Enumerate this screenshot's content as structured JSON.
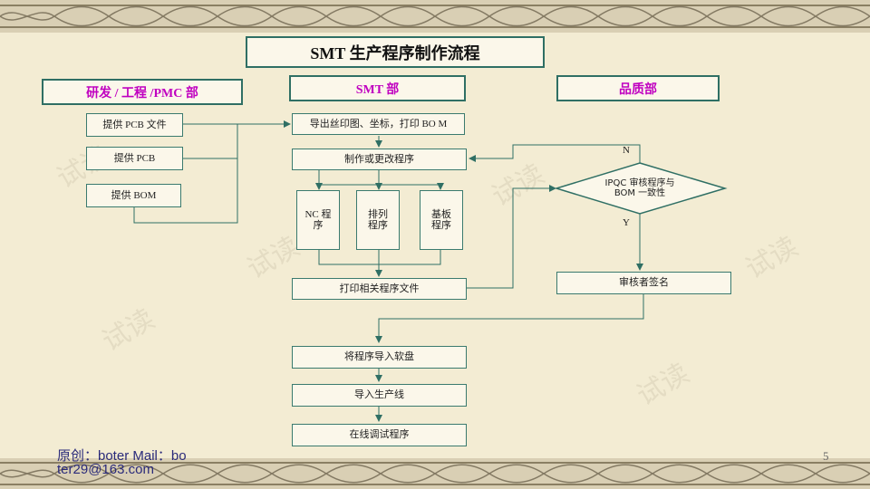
{
  "title": "SMT 生产程序制作流程",
  "departments": {
    "rd": "研发 / 工程 /PMC 部",
    "smt": "SMT 部",
    "qa": "品质部"
  },
  "nodes": {
    "provide_pcb_file": "提供 PCB 文件",
    "provide_pcb": "提供 PCB",
    "provide_bom": "提供 BOM",
    "export": "导出丝印图、坐标，打印 BO M",
    "make_program": "制作或更改程序",
    "nc_program": "NC 程序",
    "arrange_program": "排列 程序",
    "board_program": "基板 程序",
    "print_docs": "打印相关程序文件",
    "decision": "IPQC 审核程序与 BOM 一致性",
    "auditor_sign": "审核者签名",
    "import_disk": "将程序导入软盘",
    "import_line": "导入生产线",
    "debug": "在线调试程序"
  },
  "labels": {
    "no": "N",
    "yes": "Y"
  },
  "watermark": "试读",
  "footer": {
    "author": "原创：boter Mail：bo ter29@163.com",
    "page": "5"
  },
  "colors": {
    "border": "#2f6f64",
    "dept_text": "#c000c0",
    "background": "#f3ecd3",
    "footer_text": "#2a2a7a"
  }
}
